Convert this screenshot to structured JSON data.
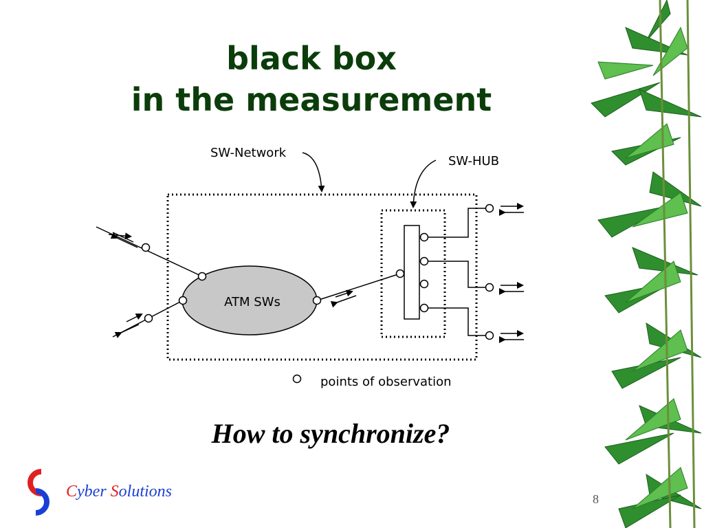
{
  "slide": {
    "title_line1": "black box",
    "title_line2": "in the measurement",
    "question": "How to synchronize?",
    "page_number": "8"
  },
  "diagram": {
    "network_label": "SW-Network",
    "hub_label": "SW-HUB",
    "switch_label": "ATM SWs",
    "legend_label": "points of observation"
  },
  "brand": {
    "c": "C",
    "yber": "yber ",
    "s": "S",
    "olutions": "olutions"
  },
  "colors": {
    "title": "#0b3d0b",
    "ellipse_fill": "#c8c8c8",
    "brand_blue": "#1a3fd6",
    "brand_red": "#e02020",
    "leaf_green": "#2e8b2e"
  }
}
